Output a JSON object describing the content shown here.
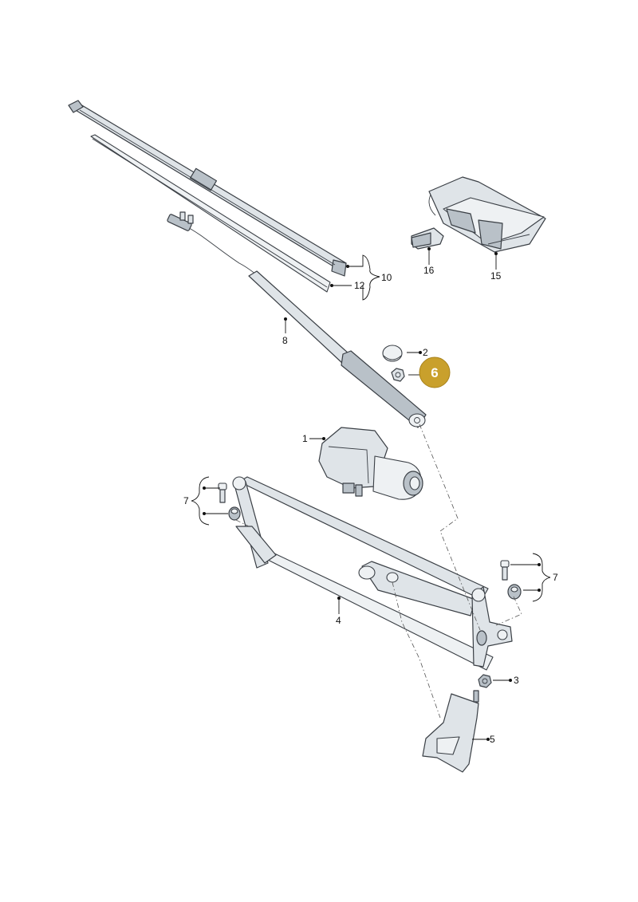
{
  "highlight_color": "#c9a02c",
  "highlighted_part": "6",
  "labels": {
    "l1": "1",
    "l2": "2",
    "l3": "3",
    "l4": "4",
    "l5": "5",
    "l6": "6",
    "l7a": "7",
    "l7b": "7",
    "l8": "8",
    "l10": "10",
    "l12": "12",
    "l15": "15",
    "l16": "16"
  }
}
